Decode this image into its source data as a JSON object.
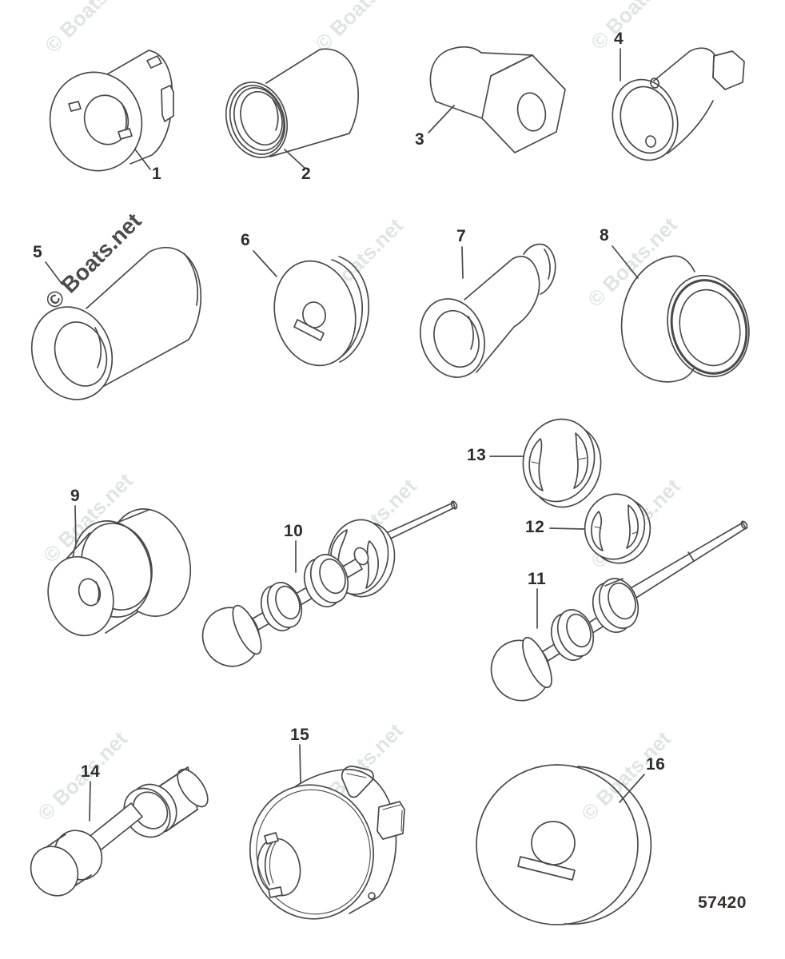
{
  "diagram": {
    "watermark": "© Boats.net",
    "number": "57420"
  },
  "parts": [
    {
      "label": "1"
    },
    {
      "label": "2"
    },
    {
      "label": "3"
    },
    {
      "label": "4"
    },
    {
      "label": "5"
    },
    {
      "label": "6"
    },
    {
      "label": "7"
    },
    {
      "label": "8"
    },
    {
      "label": "9"
    },
    {
      "label": "10"
    },
    {
      "label": "11"
    },
    {
      "label": "12"
    },
    {
      "label": "13"
    },
    {
      "label": "14"
    },
    {
      "label": "15"
    },
    {
      "label": "16"
    }
  ]
}
